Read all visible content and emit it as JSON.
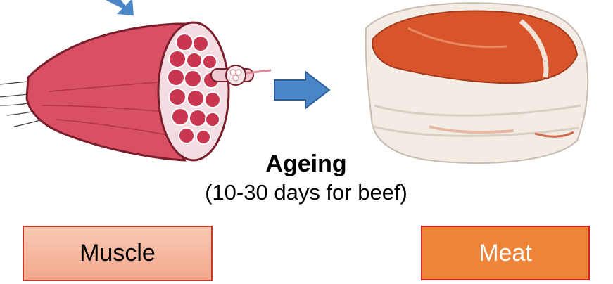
{
  "caption": {
    "title": "Ageing",
    "subtitle": "(10-30 days for beef)"
  },
  "labels": {
    "muscle": "Muscle",
    "meat": "Meat"
  },
  "icons": {
    "arrow_color": "#4a86c8",
    "muscle_color": "#d94f63",
    "meat_color": "#d8552c"
  }
}
